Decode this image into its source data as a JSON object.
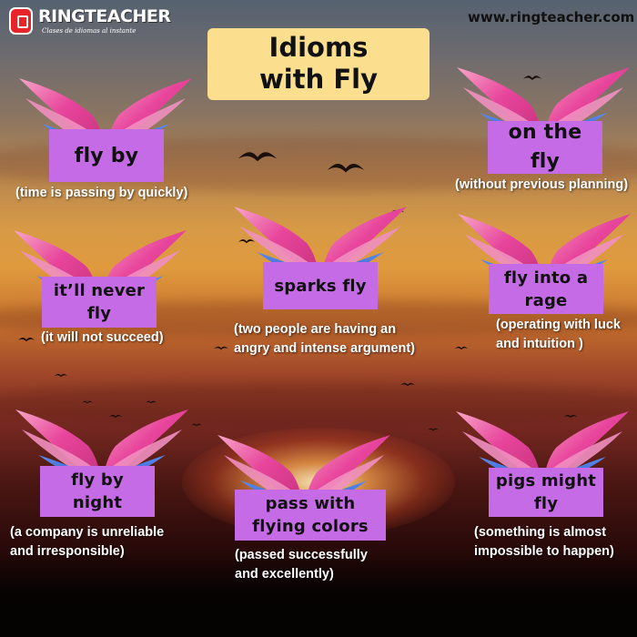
{
  "brand": {
    "name": "RINGTEACHER",
    "tagline": "Clases de idiomas al instante",
    "url": "www.ringteacher.com"
  },
  "title": {
    "line1": "Idioms",
    "line2": "with Fly"
  },
  "idioms": [
    {
      "label": "fly by",
      "desc": "(time is passing by quickly)"
    },
    {
      "label": "on the\nfly",
      "desc": "(without previous planning)"
    },
    {
      "label": "it’ll never\nfly",
      "desc": "(it will not succeed)"
    },
    {
      "label": "sparks fly",
      "desc": "(two people are having an\nangry and intense argument)"
    },
    {
      "label": "fly into a\nrage",
      "desc": "(operating with luck\nand intuition )"
    },
    {
      "label": "fly by\nnight",
      "desc": "(a company is unreliable\nand irresponsible)"
    },
    {
      "label": "pass with\nflying colors",
      "desc": "(passed successfully\nand excellently)"
    },
    {
      "label": "pigs might\nfly",
      "desc": "(something is almost\nimpossible to happen)"
    }
  ],
  "colors": {
    "label_bg": "#c66be6",
    "title_bg": "#fbdf8f",
    "wing_pink": "#e8459c",
    "wing_blue": "#3b6fe0"
  }
}
